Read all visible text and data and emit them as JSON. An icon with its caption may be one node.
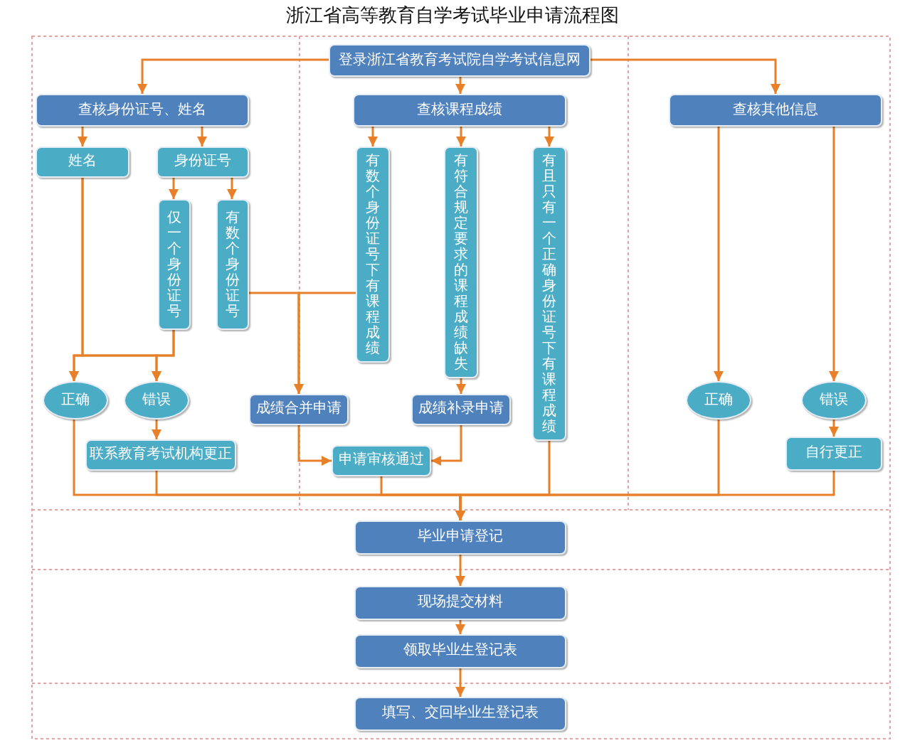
{
  "diagram": {
    "title": "浙江省高等教育自学考试毕业申请流程图",
    "nodes": [
      {
        "text": [
          "登录浙江省教育考试院自学考试信息网"
        ]
      },
      {
        "text": [
          "查核身份证号、姓名"
        ]
      },
      {
        "text": [
          "查核课程成绩"
        ]
      },
      {
        "text": [
          "查核其他信息"
        ]
      },
      {
        "text": [
          "姓名"
        ]
      },
      {
        "text": [
          "身份证号"
        ]
      },
      {
        "text": [
          "仅一个身份证号"
        ]
      },
      {
        "text": [
          "有数个身份证号"
        ]
      },
      {
        "text": [
          "有数个身份证号下有课程成绩"
        ]
      },
      {
        "text": [
          "有符合规定要求的课程成绩缺失"
        ]
      },
      {
        "text": [
          "有且只有一个正确身份证号下有课程成绩"
        ]
      },
      {
        "text": [
          "正确"
        ]
      },
      {
        "text": [
          "错误"
        ]
      },
      {
        "text": [
          "联系教育考试机构更正"
        ]
      },
      {
        "text": [
          "成绩合并申请"
        ]
      },
      {
        "text": [
          "成绩补录申请"
        ]
      },
      {
        "text": [
          "申请审核通过"
        ]
      },
      {
        "text": [
          "正确"
        ]
      },
      {
        "text": [
          "错误"
        ]
      },
      {
        "text": [
          "自行更正"
        ]
      },
      {
        "text": [
          "毕业申请登记"
        ]
      },
      {
        "text": [
          "现场提交材料"
        ]
      },
      {
        "text": [
          "领取毕业生登记表"
        ]
      },
      {
        "text": [
          "填写、交回毕业生登记表"
        ]
      }
    ],
    "edges": [
      {
        "from": 0,
        "to": 1,
        "arrow": "to"
      },
      {
        "from": 0,
        "to": 2,
        "arrow": "to"
      },
      {
        "from": 0,
        "to": 3,
        "arrow": "to"
      },
      {
        "from": 1,
        "to": 4,
        "arrow": "to"
      },
      {
        "from": 1,
        "to": 5,
        "arrow": "to"
      },
      {
        "from": 5,
        "to": 6,
        "arrow": "to"
      },
      {
        "from": 5,
        "to": 7,
        "arrow": "to"
      },
      {
        "from": 4,
        "to": 11,
        "arrow": "to"
      },
      {
        "from": 4,
        "to": 12,
        "arrow": "to"
      },
      {
        "from": 6,
        "to": 11,
        "arrow": "to"
      },
      {
        "from": 6,
        "to": 12,
        "arrow": "to"
      },
      {
        "from": 2,
        "to": 8,
        "arrow": "to"
      },
      {
        "from": 2,
        "to": 9,
        "arrow": "to"
      },
      {
        "from": 2,
        "to": 10,
        "arrow": "to"
      },
      {
        "from": 7,
        "to": 14,
        "arrow": "to"
      },
      {
        "from": 8,
        "to": 14,
        "arrow": "to"
      },
      {
        "from": 9,
        "to": 15,
        "arrow": "to"
      },
      {
        "from": 12,
        "to": 13,
        "arrow": "to"
      },
      {
        "from": 14,
        "to": 16,
        "arrow": "to"
      },
      {
        "from": 15,
        "to": 16,
        "arrow": "to"
      },
      {
        "from": 3,
        "to": 17,
        "arrow": "to"
      },
      {
        "from": 3,
        "to": 18,
        "arrow": "to"
      },
      {
        "from": 18,
        "to": 19,
        "arrow": "to"
      },
      {
        "from": 11,
        "to": 20,
        "arrow": "to"
      },
      {
        "from": 13,
        "to": 20,
        "arrow": "to"
      },
      {
        "from": 16,
        "to": 20,
        "arrow": "to"
      },
      {
        "from": 10,
        "to": 20,
        "arrow": "to"
      },
      {
        "from": 17,
        "to": 20,
        "arrow": "to"
      },
      {
        "from": 19,
        "to": 20,
        "arrow": "to"
      },
      {
        "from": 20,
        "to": 21,
        "arrow": "to"
      },
      {
        "from": 21,
        "to": 22,
        "arrow": "to"
      },
      {
        "from": 22,
        "to": 23,
        "arrow": "to"
      }
    ]
  }
}
